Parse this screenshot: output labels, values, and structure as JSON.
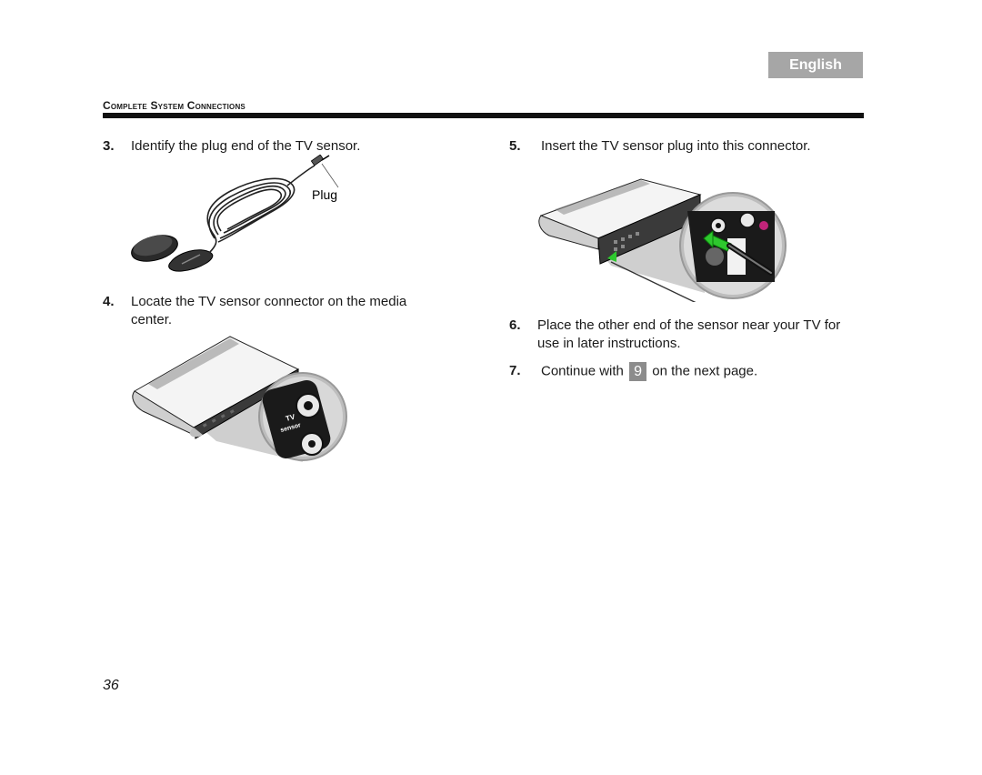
{
  "header": {
    "language_tab": "English",
    "section_title": "Complete System Connections"
  },
  "steps": [
    {
      "number": "3.",
      "text": "Identify the plug end of the TV sensor."
    },
    {
      "number": "4.",
      "text_line1": "Locate the TV sensor connector on the media",
      "text_line2": "center."
    },
    {
      "number": "5.",
      "text": "Insert the TV sensor plug into this connector."
    },
    {
      "number": "6.",
      "text_line1": "Place the other end of the sensor near your TV for",
      "text_line2": "use in later instructions."
    },
    {
      "number": "7.",
      "text_before": "Continue with",
      "badge": "9",
      "text_after": "on the next page."
    }
  ],
  "illustrations": {
    "sensor_callout": "Plug",
    "tv_label": "TV",
    "sensor_label": "sensor"
  },
  "footer": {
    "page_number": "36"
  }
}
